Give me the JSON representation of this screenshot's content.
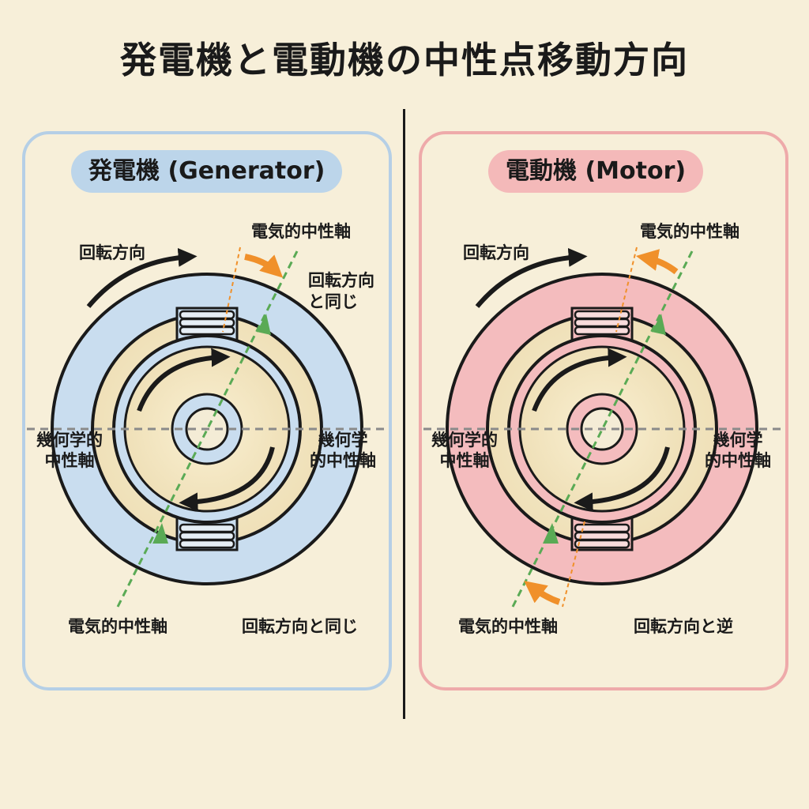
{
  "title": "発電機と電動機の中性点移動方向",
  "colors": {
    "background": "#f7efd9",
    "generator_fill": "#c9ddef",
    "generator_border": "#b5cfe6",
    "motor_fill": "#f4bcbe",
    "motor_border": "#eeaaaa",
    "electrical_axis": "#5aaa55",
    "shift_arrow": "#f0902a",
    "geometric_axis": "#8a8a8a"
  },
  "generator": {
    "heading": "発電機 (Generator)",
    "rotation_label": "回転方向",
    "electrical_axis_top": "電気的中性軸",
    "shift_note_top_line1": "回転方向",
    "shift_note_top_line2": "と同じ",
    "geometric_left_line1": "幾何学的",
    "geometric_left_line2": "中性軸",
    "geometric_right_line1": "幾何学",
    "geometric_right_line2": "的中性軸",
    "electrical_axis_bottom": "電気的中性軸",
    "shift_note_bottom": "回転方向と同じ"
  },
  "motor": {
    "heading": "電動機 (Motor)",
    "rotation_label": "回転方向",
    "electrical_axis_top": "電気的中性軸",
    "geometric_left_line1": "幾何学的",
    "geometric_left_line2": "中性軸",
    "geometric_right_line1": "幾何学",
    "geometric_right_line2": "的中性軸",
    "electrical_axis_bottom": "電気的中性軸",
    "shift_note_bottom": "回転方向と逆"
  }
}
